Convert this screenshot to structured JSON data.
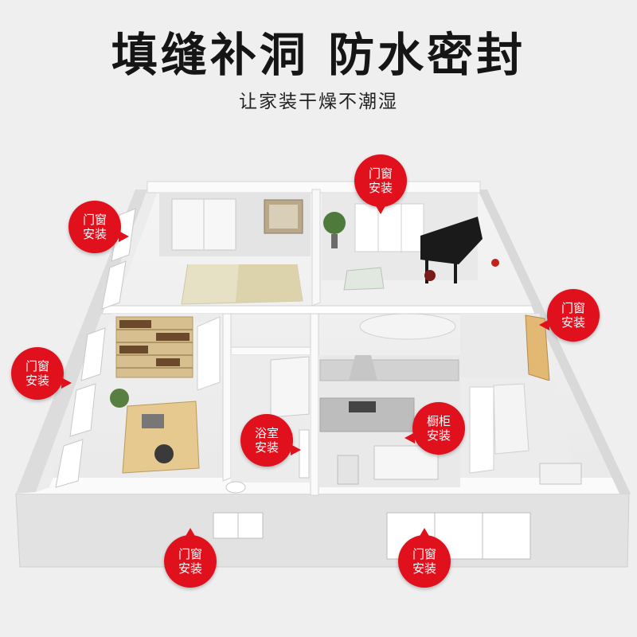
{
  "header": {
    "title": "填缝补洞 防水密封",
    "subtitle": "让家装干燥不潮湿"
  },
  "pins": [
    {
      "line1": "门窗",
      "line2": "安装"
    },
    {
      "line1": "门窗",
      "line2": "安装"
    },
    {
      "line1": "门窗",
      "line2": "安装"
    },
    {
      "line1": "门窗",
      "line2": "安装"
    },
    {
      "line1": "浴室",
      "line2": "安装"
    },
    {
      "line1": "橱柜",
      "line2": "安装"
    },
    {
      "line1": "门窗",
      "line2": "安装"
    },
    {
      "line1": "门窗",
      "line2": "安装"
    }
  ],
  "colors": {
    "background": "#efefef",
    "pin": "#e0101c",
    "pin_text": "#ffffff",
    "heading": "#151515"
  }
}
